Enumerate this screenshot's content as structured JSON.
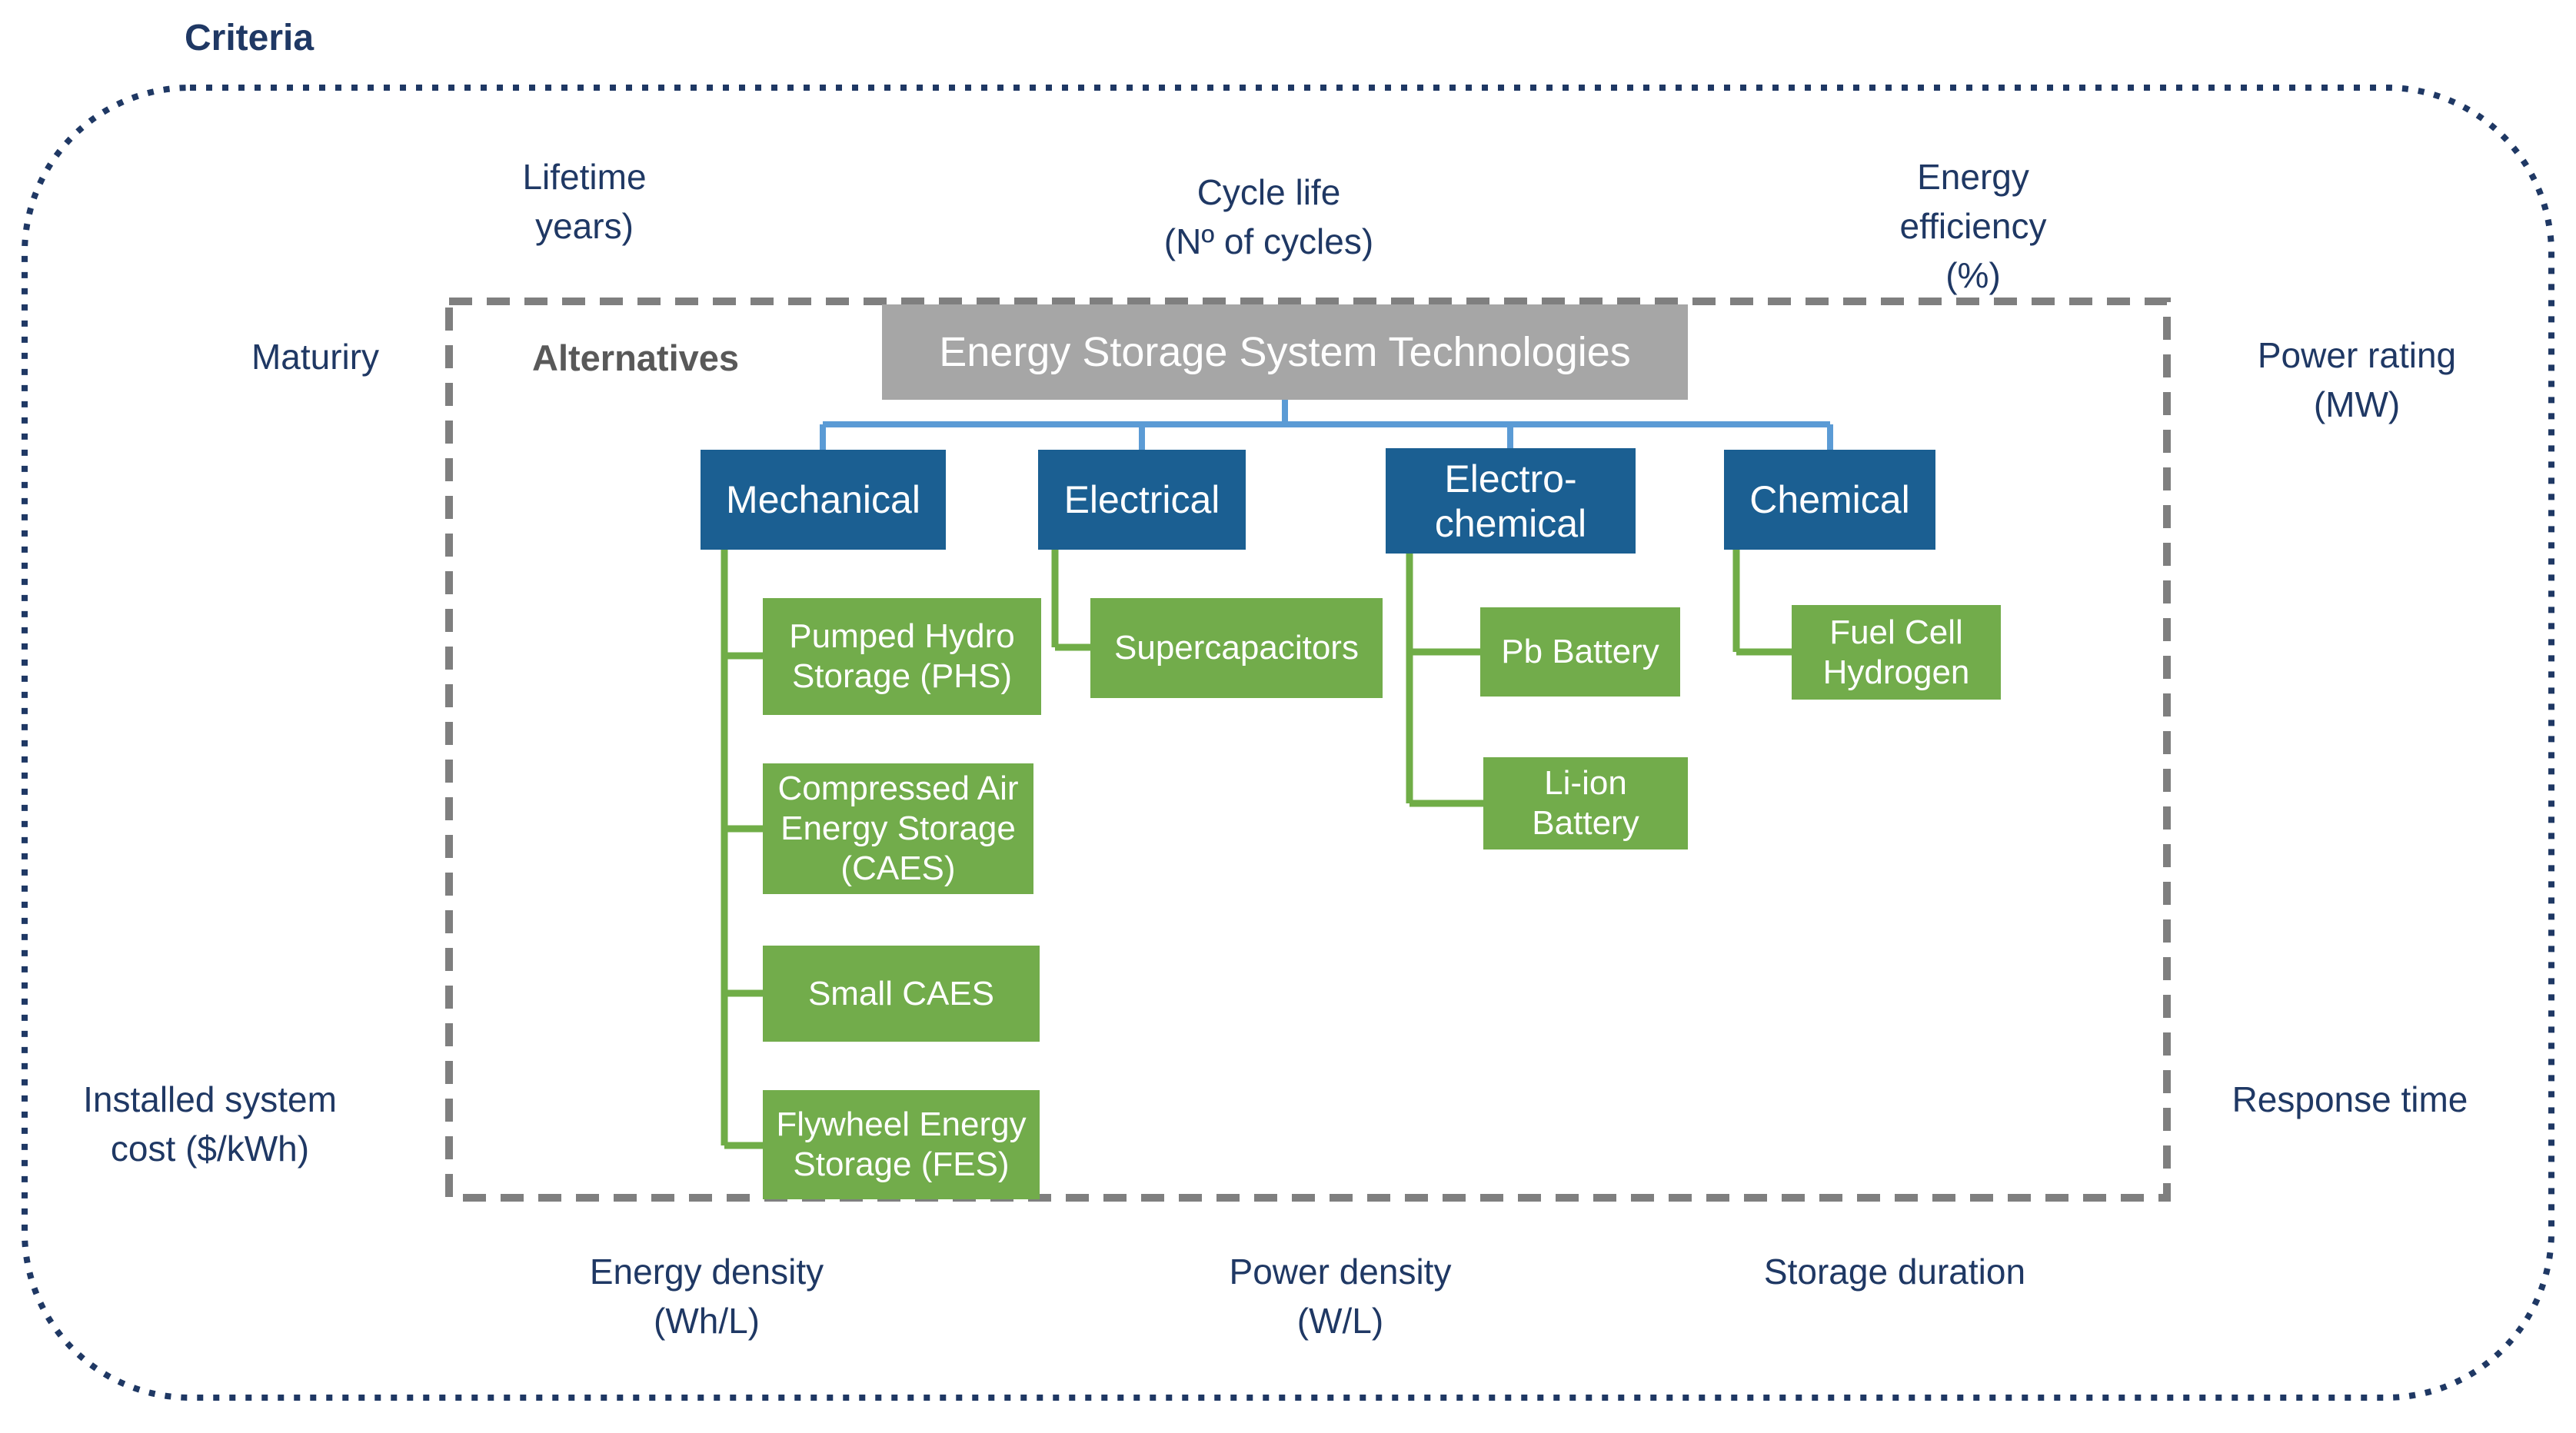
{
  "criteria_title": "Criteria",
  "alternatives_label": "Alternatives",
  "root_box_label": "Energy Storage System Technologies",
  "criteria_labels": {
    "lifetime": "Lifetime\nyears)",
    "cycle_life": "Cycle life\n(Nº of cycles)",
    "energy_efficiency": "Energy\nefficiency\n(%)",
    "maturity": "Maturiry",
    "power_rating": "Power rating\n(MW)",
    "installed_system_cost": "Installed system\ncost ($/kWh)",
    "response_time": "Response time",
    "energy_density": "Energy density\n(Wh/L)",
    "power_density": "Power density\n(W/L)",
    "storage_duration": "Storage duration"
  },
  "categories": {
    "mechanical": "Mechanical",
    "electrical": "Electrical",
    "electrochemical": "Electro-\nchemical",
    "chemical": "Chemical"
  },
  "technologies": {
    "phs": "Pumped Hydro\nStorage (PHS)",
    "caes": "Compressed Air\nEnergy Storage\n(CAES)",
    "small_caes": "Small CAES",
    "fes": "Flywheel Energy\nStorage (FES)",
    "supercapacitors": "Supercapacitors",
    "pb_battery": "Pb Battery",
    "li_ion_battery": "Li-ion\nBattery",
    "fuel_cell": "Fuel Cell\nHydrogen"
  },
  "colors": {
    "navy_text": "#1f3864",
    "outer_dotted_border": "#1f3864",
    "inner_dashed_border": "#7f7f7f",
    "root_box_gray": "#a6a6a6",
    "category_blue": "#1b5f92",
    "technology_green": "#72ac4b",
    "connector_blue": "#5b9bd5",
    "connector_green": "#70ad47",
    "alternatives_gray": "#595959"
  }
}
